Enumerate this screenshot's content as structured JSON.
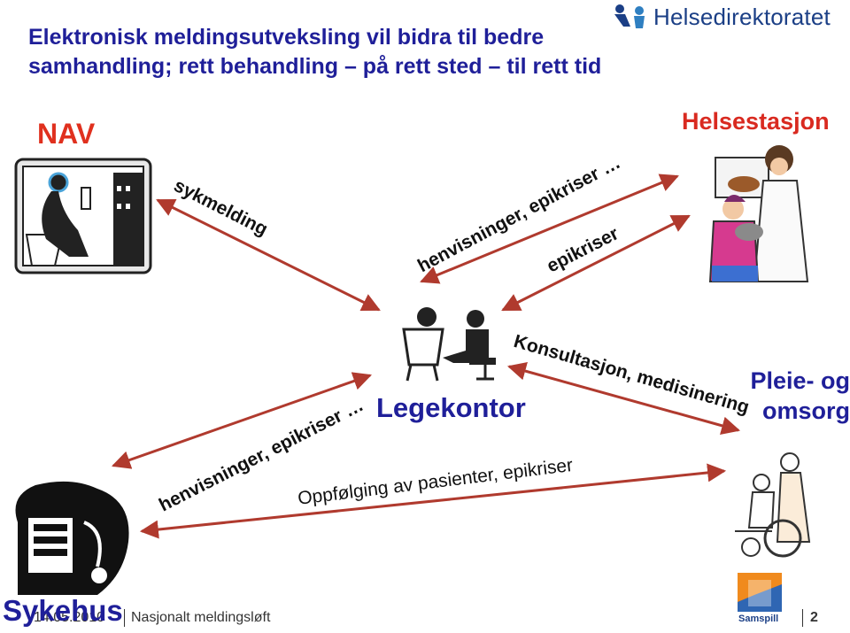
{
  "slide": {
    "title_line1": "Elektronisk meldingsutveksling vil bidra til bedre",
    "title_line2": "samhandling; rett behandling – på rett sted – til rett tid",
    "logo_text": "Helsedirektoratet",
    "footer_date": "14.05.2010",
    "footer_text": "Nasjonalt meldingsløft",
    "page_number": "2",
    "samspill_label": "Samspill"
  },
  "nodes": {
    "nav": "NAV",
    "helsestasjon": "Helsestasjon",
    "legekontor": "Legekontor",
    "pleie_line1": "Pleie- og",
    "pleie_line2": "omsorg",
    "sykehus": "Sykehus"
  },
  "edges": {
    "sykmelding": "sykmelding",
    "henvisninger_helse": "henvisninger, epikriser …",
    "epikriser": "epikriser",
    "konsultasjon": "Konsultasjon, medisinering",
    "henvisninger_syke": "henvisninger, epikriser …",
    "oppfolging": "Oppfølging av pasienter, epikriser"
  },
  "colors": {
    "title": "#1f1f99",
    "node_red": "#e0301e",
    "arrow": "#c0392b",
    "logo": "#1b3f86"
  }
}
